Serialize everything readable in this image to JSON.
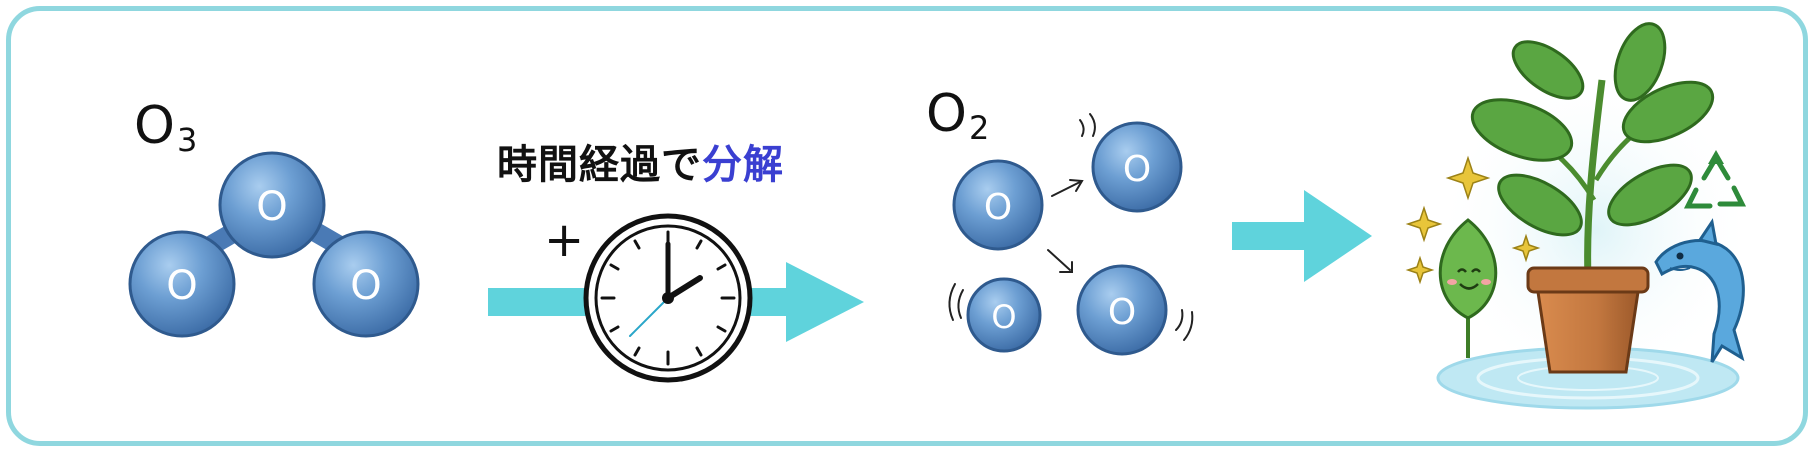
{
  "diagram": {
    "ozone": {
      "formula": "O",
      "subscript": "3",
      "atom_label": "O"
    },
    "process": {
      "text_prefix": "時間経過で",
      "text_highlight": "分解",
      "plus_sign": "+"
    },
    "oxygen": {
      "formula": "O",
      "subscript": "2",
      "atom_label": "O"
    },
    "colors": {
      "border": "#8fd7df",
      "arrow": "#5fd3dc",
      "atom": "#5b8fc8",
      "highlight_text": "#3a3fd1",
      "leaf": "#5aa642",
      "pot": "#c2773f",
      "dolphin": "#5aa8dd",
      "water": "#bfe8f3"
    },
    "icons": [
      "clock-icon",
      "plant-pot-icon",
      "leaf-face-icon",
      "dolphin-icon",
      "recycle-icon",
      "sparkle-icon"
    ]
  }
}
